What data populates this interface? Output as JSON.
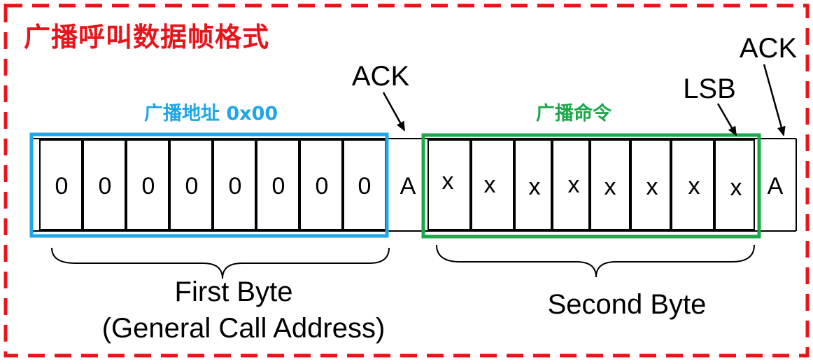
{
  "title": "广播呼叫数据帧格式",
  "first_byte": {
    "caption": "广播地址 0x00",
    "bits": [
      "0",
      "0",
      "0",
      "0",
      "0",
      "0",
      "0",
      "0"
    ],
    "label_line1": "First Byte",
    "label_line2": "(General Call Address)"
  },
  "first_ack": {
    "cell": "A",
    "arrow_label": "ACK"
  },
  "second_byte": {
    "caption": "广播命令",
    "bits": [
      "x",
      "x",
      "x",
      "x",
      "x",
      "x",
      "x",
      "x"
    ],
    "lsb_label": "LSB",
    "label": "Second Byte"
  },
  "second_ack": {
    "cell": "A",
    "arrow_label": "ACK"
  },
  "colors": {
    "title": "#e8141a",
    "border_dashed": "#e8141a",
    "address_box": "#1ea6e6",
    "command_box": "#1aa84a",
    "text": "#000000"
  }
}
